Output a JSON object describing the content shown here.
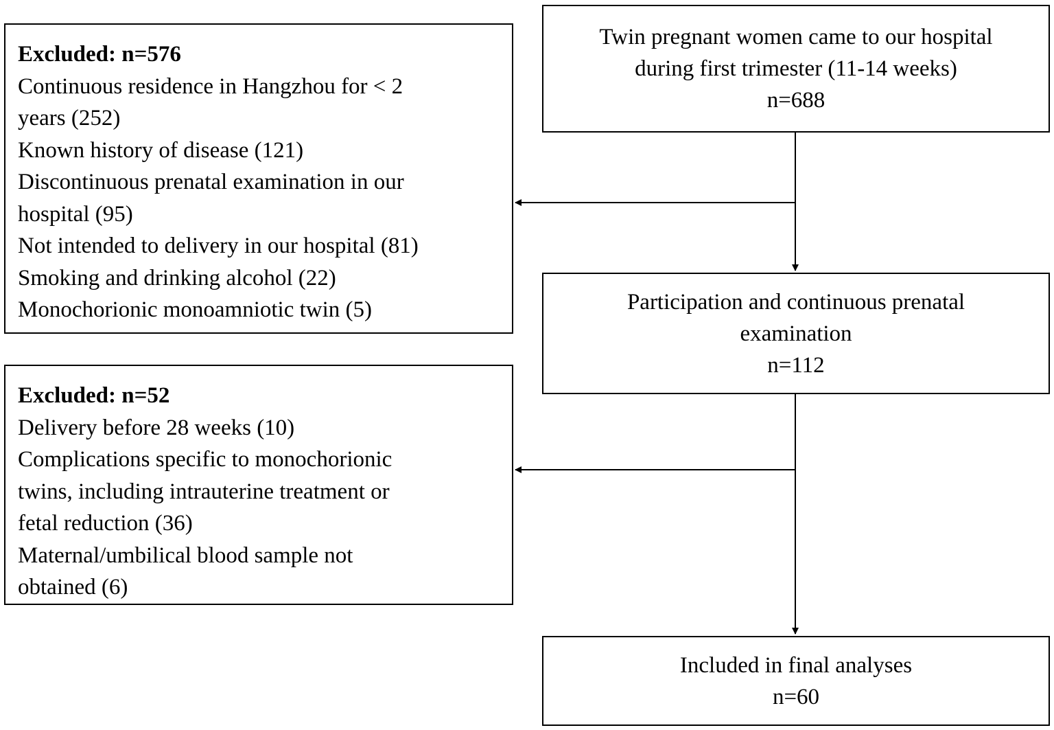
{
  "start_box": {
    "lines": [
      "Twin pregnant women came to our hospital",
      "during first trimester (11-14 weeks)",
      "n=688"
    ]
  },
  "exclusion_1": {
    "title": "Excluded: n=576",
    "lines": [
      "Continuous residence in Hangzhou for < 2",
      "years (252)",
      "Known history of disease (121)",
      "Discontinuous prenatal examination in our",
      "hospital (95)",
      "Not intended to delivery in our hospital (81)",
      "Smoking and drinking alcohol (22)",
      "Monochorionic monoamniotic twin (5)"
    ]
  },
  "participation_box": {
    "lines": [
      "Participation and continuous prenatal",
      "examination",
      "n=112"
    ]
  },
  "exclusion_2": {
    "title": "Excluded: n=52",
    "lines": [
      "Delivery before 28 weeks (10)",
      "Complications specific to monochorionic",
      "twins, including intrauterine treatment or",
      "fetal reduction (36)",
      "Maternal/umbilical blood sample not",
      "obtained (6)"
    ]
  },
  "final_box": {
    "lines": [
      "Included in final analyses",
      "n=60"
    ]
  }
}
